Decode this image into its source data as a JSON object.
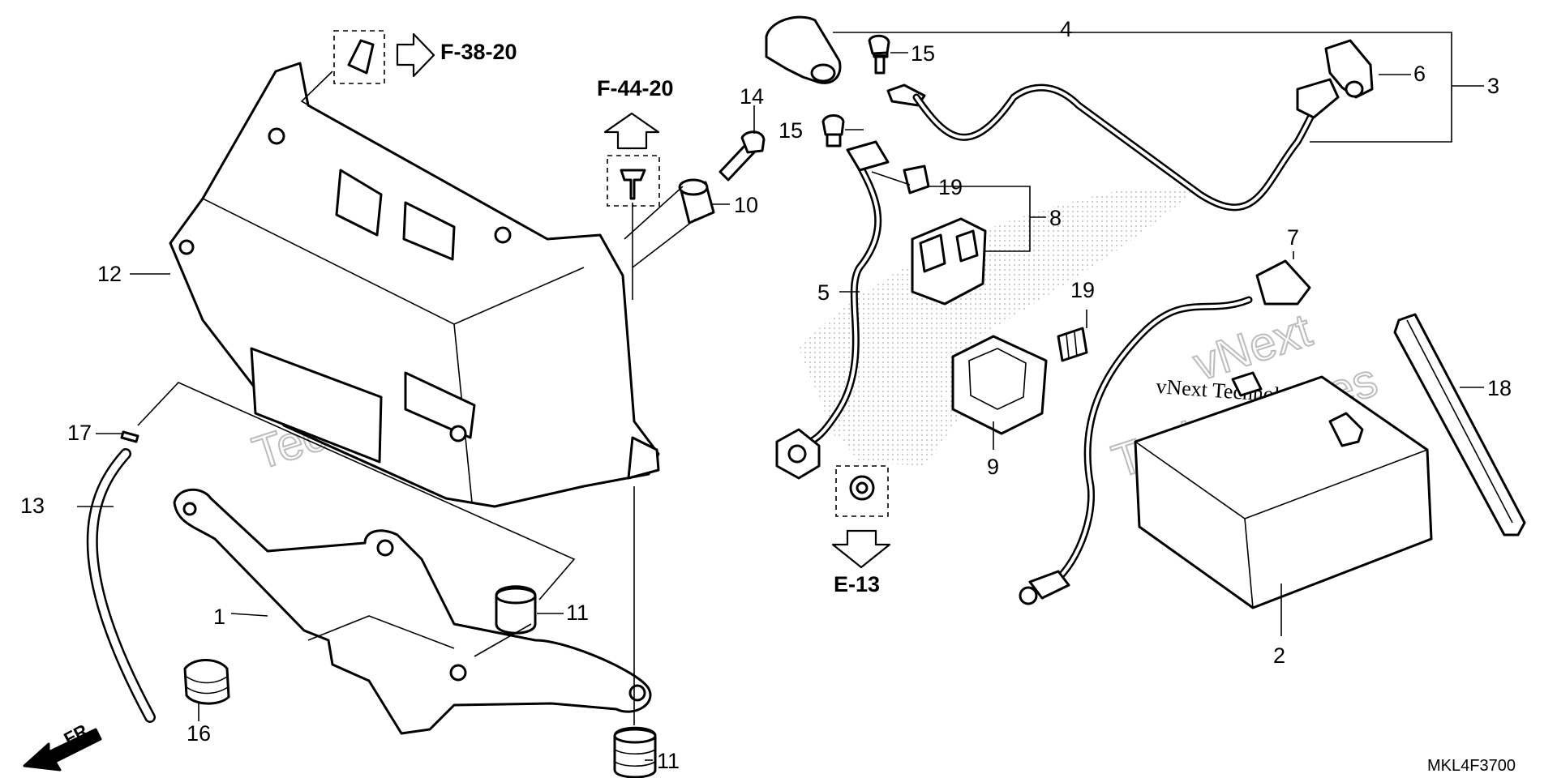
{
  "references": {
    "f_38_20": "F-38-20",
    "f_44_20": "F-44-20",
    "e_13": "E-13"
  },
  "direction": {
    "fr": "FR."
  },
  "diagram_code": "MKL4F3700",
  "watermark": {
    "company": "vNext Technologies",
    "line1": "vNext",
    "line2": "Technologies"
  },
  "labels": {
    "p1": "1",
    "p2": "2",
    "p3": "3",
    "p4": "4",
    "p5": "5",
    "p6": "6",
    "p7": "7",
    "p8": "8",
    "p9": "9",
    "p10": "10",
    "p11a": "11",
    "p11b": "11",
    "p12": "12",
    "p13": "13",
    "p14": "14",
    "p15a": "15",
    "p15b": "15",
    "p16": "16",
    "p17": "17",
    "p18": "18",
    "p19a": "19",
    "p19b": "19"
  },
  "colors": {
    "ink": "#000000",
    "paper": "#ffffff",
    "watermark": "#bcbcbc"
  }
}
